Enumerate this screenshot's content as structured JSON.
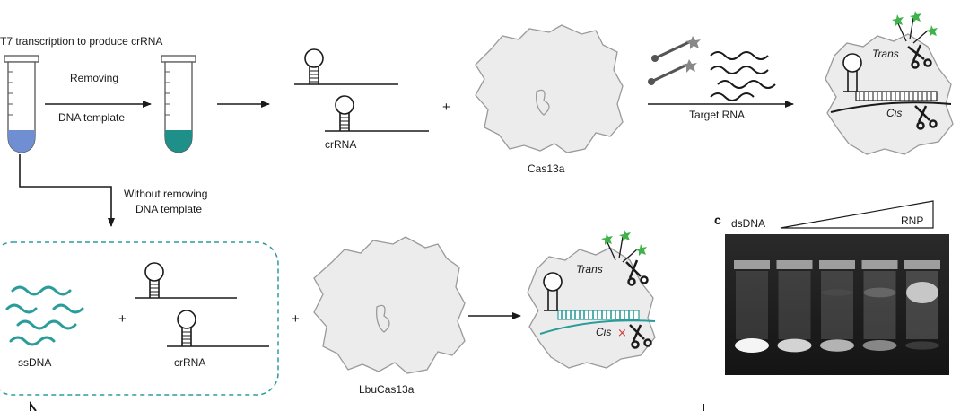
{
  "labels": {
    "t7_transcription": "T7 transcription to produce crRNA",
    "removing": "Removing",
    "dna_template": "DNA template",
    "crrna_top": "crRNA",
    "plus_top": "+",
    "cas13a": "Cas13a",
    "target_rna": "Target RNA",
    "trans_top": "Trans",
    "cis_top": "Cis",
    "without_removing_1": "Without removing",
    "without_removing_2": "DNA template",
    "ssdna": "ssDNA",
    "crrna_bottom": "crRNA",
    "plus_inner": "+",
    "plus_bottom": "+",
    "lbucas13a": "LbuCas13a",
    "trans_bottom": "Trans",
    "cis_bottom": "Cis",
    "panel_c": "c",
    "dsdna": "dsDNA",
    "rnp": "RNP"
  },
  "colors": {
    "accent_teal": "#2a9d9b",
    "tube_blue": "#6f8fd2",
    "tube_teal": "#1f8f8a",
    "reporter_green": "#3fb34a",
    "cut_red": "#d23a3a",
    "gel_bg": "#1c1c1c",
    "gel_band": "#f2f2f2"
  },
  "gel": {
    "lanes": 5,
    "free_dna_band_intensity": [
      1.0,
      0.85,
      0.7,
      0.5,
      0.15
    ],
    "shifted_band_intensity": [
      0.0,
      0.0,
      0.05,
      0.2,
      0.75
    ]
  },
  "icons": [
    "test-tube-icon",
    "scissors-icon",
    "fluorescent-reporter-icon",
    "hairpin-icon"
  ]
}
